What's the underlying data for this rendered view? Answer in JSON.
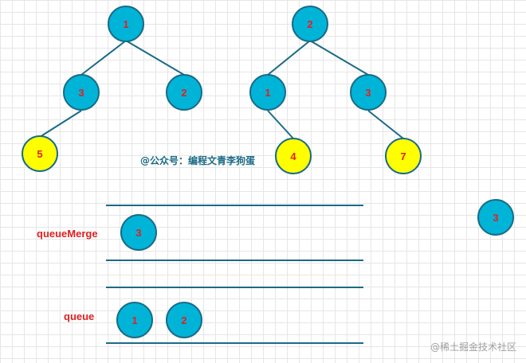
{
  "tree_left": {
    "nodes": [
      {
        "id": "L1",
        "label": "1",
        "color": "blue"
      },
      {
        "id": "L3",
        "label": "3",
        "color": "blue"
      },
      {
        "id": "L2",
        "label": "2",
        "color": "blue"
      },
      {
        "id": "L5",
        "label": "5",
        "color": "yellow"
      }
    ]
  },
  "tree_right": {
    "nodes": [
      {
        "id": "R2",
        "label": "2",
        "color": "blue"
      },
      {
        "id": "R1",
        "label": "1",
        "color": "blue"
      },
      {
        "id": "R3",
        "label": "3",
        "color": "blue"
      },
      {
        "id": "R4",
        "label": "4",
        "color": "yellow"
      },
      {
        "id": "R7",
        "label": "7",
        "color": "yellow"
      }
    ]
  },
  "floating_node": {
    "label": "3"
  },
  "queue_merge": {
    "label": "queueMerge",
    "items": [
      "3"
    ]
  },
  "queue": {
    "label": "queue",
    "items": [
      "1",
      "2"
    ]
  },
  "watermark_center": "@公众号：编程文青李狗蛋",
  "footer_watermark": "@稀土掘金技术社区",
  "colors": {
    "node_blue": "#00b4d8",
    "node_yellow": "#ffff00",
    "node_stroke": "#1a6b86",
    "label_red": "#e02020"
  }
}
